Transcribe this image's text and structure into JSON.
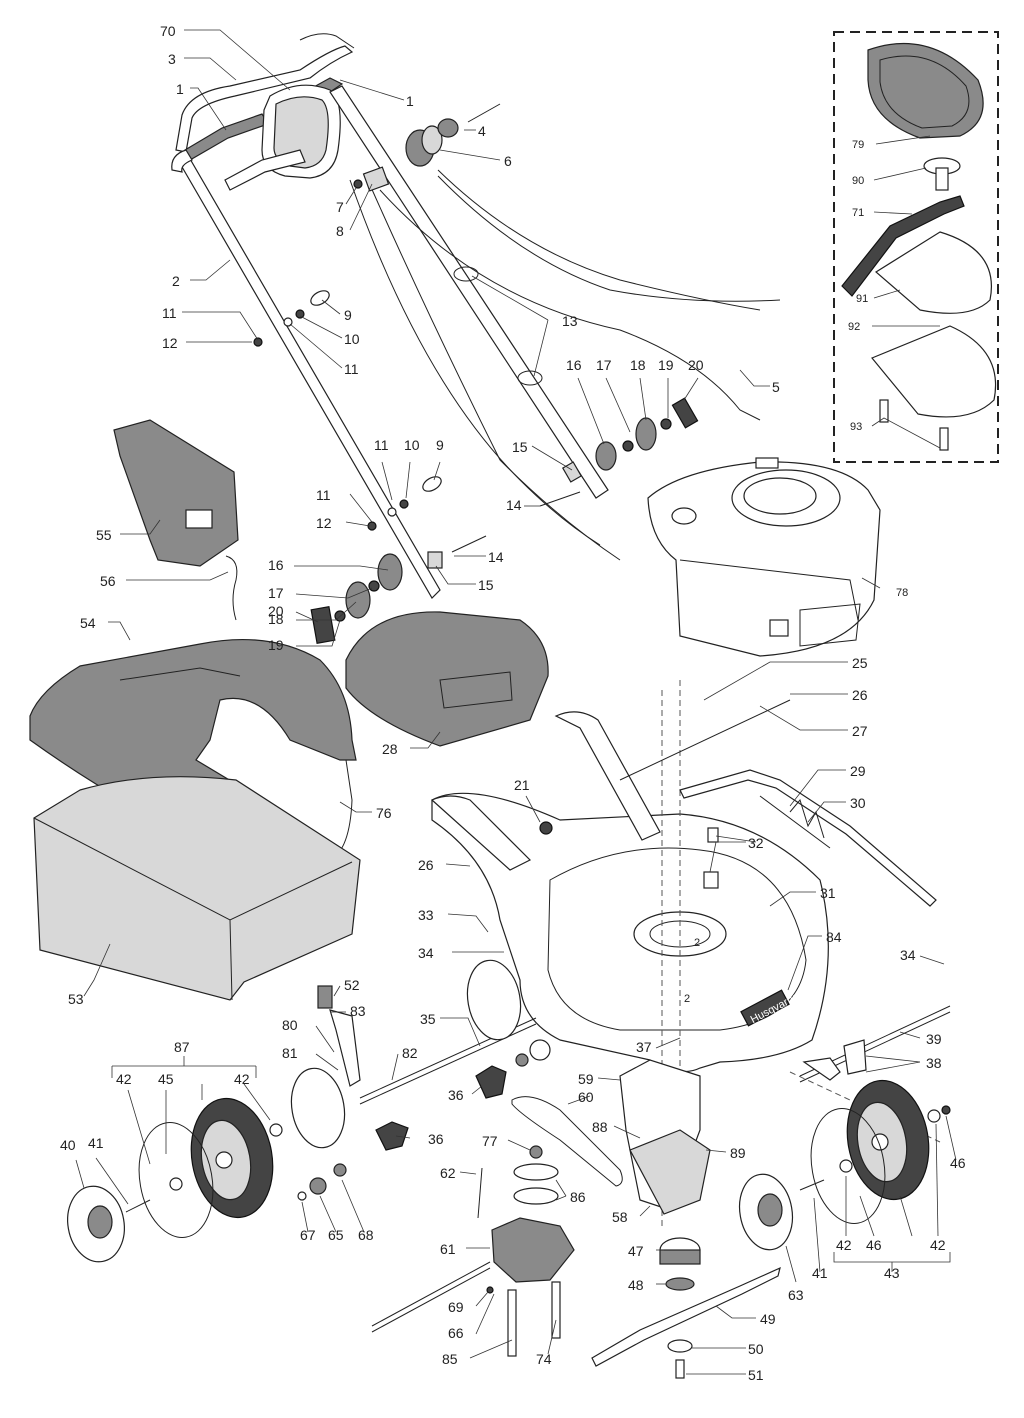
{
  "diagram": {
    "brand_text": "Husqvarna",
    "deck_mark": "2",
    "labels": {
      "p70": "70",
      "p3": "3",
      "p1a": "1",
      "p1b": "1",
      "p4": "4",
      "p6": "6",
      "p7": "7",
      "p8": "8",
      "p2": "2",
      "p11a": "11",
      "p12a": "12",
      "p9a": "9",
      "p10a": "10",
      "p11b": "11",
      "p13": "13",
      "p5": "5",
      "p16a": "16",
      "p17a": "17",
      "p18a": "18",
      "p19a": "19",
      "p20a": "20",
      "p15a": "15",
      "p14a": "14",
      "p11c": "11",
      "p10b": "10",
      "p9b": "9",
      "p11d": "11",
      "p12b": "12",
      "p14b": "14",
      "p15b": "15",
      "p16b": "16",
      "p17b": "17",
      "p18b": "18",
      "p19b": "19",
      "p20b": "20",
      "p55": "55",
      "p56": "56",
      "p54": "54",
      "p28": "28",
      "p78": "78",
      "p79": "79",
      "p90": "90",
      "p71": "71",
      "p91": "91",
      "p92": "92",
      "p93": "93",
      "p25": "25",
      "p26a": "26",
      "p27": "27",
      "p29": "29",
      "p30": "30",
      "p21": "21",
      "p32": "32",
      "p76": "76",
      "p26b": "26",
      "p31": "31",
      "p33": "33",
      "p2b": "2",
      "p84": "84",
      "p34a": "34",
      "p34b": "34",
      "p53": "53",
      "p52": "52",
      "p83": "83",
      "p35": "35",
      "p80": "80",
      "p81": "81",
      "p82": "82",
      "p87": "87",
      "p42a": "42",
      "p45": "45",
      "p42b": "42",
      "p37": "37",
      "p39": "39",
      "p38": "38",
      "p36a": "36",
      "p36b": "36",
      "p59": "59",
      "p60": "60",
      "p88": "88",
      "p89": "89",
      "p77": "77",
      "p86": "86",
      "p62": "62",
      "p46a": "46",
      "p40": "40",
      "p41a": "41",
      "p67": "67",
      "p65": "65",
      "p68": "68",
      "p58": "58",
      "p61": "61",
      "p47": "47",
      "p48": "48",
      "p49": "49",
      "p50": "50",
      "p51": "51",
      "p69": "69",
      "p66": "66",
      "p85": "85",
      "p74": "74",
      "p63": "63",
      "p41b": "41",
      "p42c": "42",
      "p46b": "46",
      "p42d": "42",
      "p43": "43"
    }
  }
}
